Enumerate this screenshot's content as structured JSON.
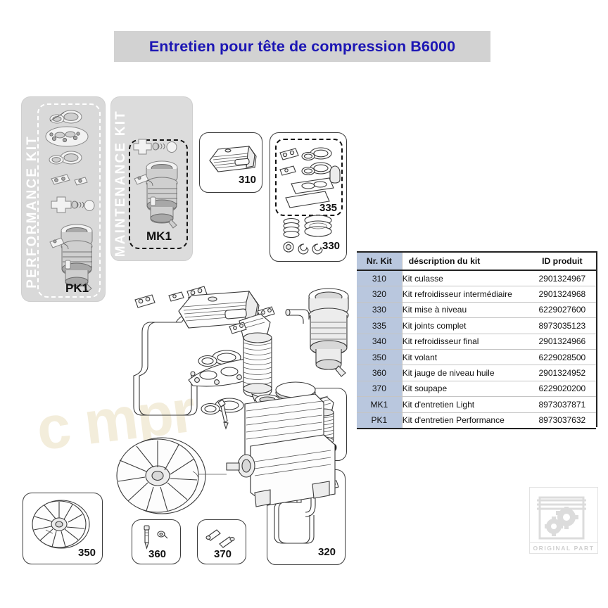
{
  "title": {
    "text": "Entretien pour tête de compression B6000"
  },
  "watermark": {
    "text": "c mpr"
  },
  "kit_panels": [
    {
      "vertical_label": "PERFORMANCE KIT",
      "name": "PK1"
    },
    {
      "vertical_label": "MAINTENANCE KIT",
      "name": "MK1"
    }
  ],
  "part_boxes": [
    {
      "number": "310",
      "content": "cylinder-head"
    },
    {
      "number": "335",
      "content": "gasket-set"
    },
    {
      "number": "330",
      "content": "piston-rings-and-circlips"
    },
    {
      "number": "340",
      "content": "final-cooler-tube"
    },
    {
      "number": "320",
      "content": "intercooler-tube"
    },
    {
      "number": "350",
      "content": "flywheel"
    },
    {
      "number": "360",
      "content": "oil-dipstick"
    },
    {
      "number": "370",
      "content": "valve-parts"
    }
  ],
  "table": {
    "headers": [
      "Nr. Kit",
      "déscription du kit",
      "ID produit"
    ],
    "rows": [
      {
        "nr": "310",
        "desc": "Kit culasse",
        "id": "2901324967"
      },
      {
        "nr": "320",
        "desc": "Kit refroidisseur intermédiaire",
        "id": "2901324968"
      },
      {
        "nr": "330",
        "desc": "Kit mise à niveau",
        "id": "6229027600"
      },
      {
        "nr": "335",
        "desc": "Kit joints complet",
        "id": "8973035123"
      },
      {
        "nr": "340",
        "desc": "Kit refroidisseur final",
        "id": "2901324966"
      },
      {
        "nr": "350",
        "desc": "Kit volant",
        "id": "6229028500"
      },
      {
        "nr": "360",
        "desc": "Kit jauge de niveau huile",
        "id": "2901324952"
      },
      {
        "nr": "370",
        "desc": "Kit soupape",
        "id": "6229020200"
      },
      {
        "nr": "MK1",
        "desc": "Kit d'entretien Light",
        "id": "8973037871"
      },
      {
        "nr": "PK1",
        "desc": "Kit d'entretien Performance",
        "id": "8973037632"
      }
    ]
  },
  "logo": {
    "caption": "ORIGINAL PART"
  },
  "colors": {
    "title_text": "#1c16b4",
    "title_bg": "#d2d2d2",
    "table_nr_bg": "#b9c7de",
    "panel_bg": "#d9d9d9"
  }
}
